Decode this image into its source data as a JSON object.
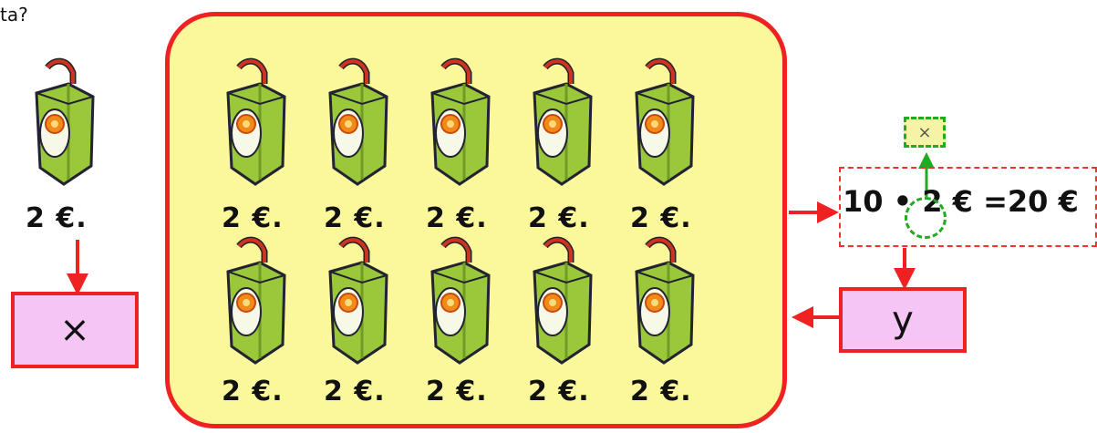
{
  "question": "ta?",
  "single": {
    "price": "2 €."
  },
  "box_x": {
    "label": "×"
  },
  "grid": {
    "row1": [
      "2 €.",
      "2 €.",
      "2 €.",
      "2 €.",
      "2 €."
    ],
    "row2": [
      "2 €.",
      "2 €.",
      "2 €.",
      "2 €.",
      "2 €."
    ]
  },
  "equation": {
    "text": "10 • 2 € =20 €"
  },
  "small_box": {
    "label": "×"
  },
  "box_y": {
    "label": "y"
  },
  "colors": {
    "red": "#ee2222",
    "green": "#22aa22",
    "pink": "#f5c6f5",
    "yellow": "#fbf79b"
  }
}
